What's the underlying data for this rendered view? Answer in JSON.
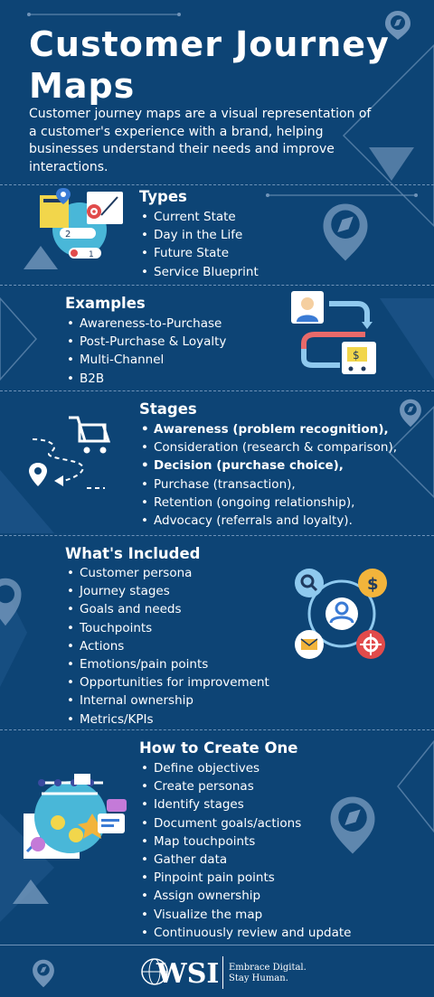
{
  "header": {
    "title": "Customer Journey Maps",
    "intro": "Customer journey maps are a visual representation of a customer's experience with a brand, helping businesses understand their needs and improve interactions."
  },
  "sections": {
    "types": {
      "title": "Types",
      "items": [
        "Current State",
        "Day in the Life",
        "Future State",
        "Service Blueprint"
      ]
    },
    "examples": {
      "title": "Examples",
      "items": [
        "Awareness-to-Purchase",
        "Post-Purchase & Loyalty",
        "Multi-Channel",
        "B2B"
      ]
    },
    "stages": {
      "title": "Stages",
      "items": [
        "Awareness (problem recognition),",
        "Consideration (research & comparison),",
        "Decision (purchase choice),",
        "Purchase (transaction),",
        "Retention (ongoing relationship),",
        "Advocacy (referrals and loyalty)."
      ]
    },
    "included": {
      "title": "What's Included",
      "items": [
        "Customer persona",
        "Journey stages",
        "Goals and needs",
        "Touchpoints",
        "Actions",
        "Emotions/pain points",
        "Opportunities for improvement",
        "Internal ownership",
        "Metrics/KPIs"
      ]
    },
    "create": {
      "title": "How to Create One",
      "items": [
        "Define objectives",
        "Create personas",
        "Identify stages",
        "Document goals/actions",
        "Map touchpoints",
        "Gather data",
        "Pinpoint pain points",
        "Assign ownership",
        "Visualize the map",
        "Continuously review and update"
      ]
    }
  },
  "footer": {
    "logo_text": "WSI",
    "tagline_line1": "Embrace Digital.",
    "tagline_line2": "Stay Human."
  },
  "colors": {
    "background": "#0d4475",
    "accent_light": "#4f7aa3",
    "divider": "#6f93b8",
    "text": "#ffffff"
  },
  "icons": [
    "compass-pin-icon",
    "map-illustration-icon",
    "persona-flow-icon",
    "cart-route-icon",
    "network-icon",
    "journey-board-icon"
  ]
}
